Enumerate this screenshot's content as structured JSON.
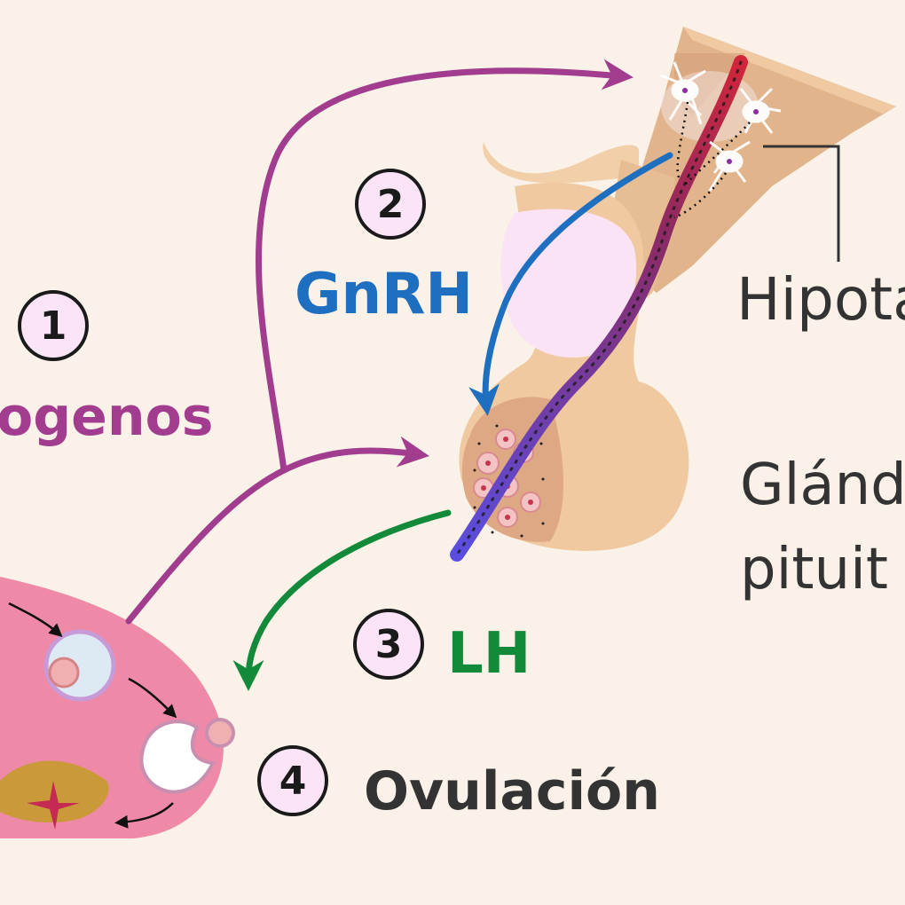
{
  "colors": {
    "background": "#faf2e8",
    "estrogen": "#a23c8e",
    "gnrh": "#1f6fc0",
    "lh": "#138a3a",
    "text_dark": "#333333",
    "badge_fill": "#fbe4f6"
  },
  "steps": [
    {
      "number": "1",
      "label": "ogenos"
    },
    {
      "number": "2",
      "label": "GnRH"
    },
    {
      "number": "3",
      "label": "LH"
    },
    {
      "number": "4",
      "label": "Ovulación"
    }
  ],
  "anatomy": {
    "hypothalamus": "Hipota",
    "pituitary_line1": "Glánd",
    "pituitary_line2": "pituit"
  }
}
